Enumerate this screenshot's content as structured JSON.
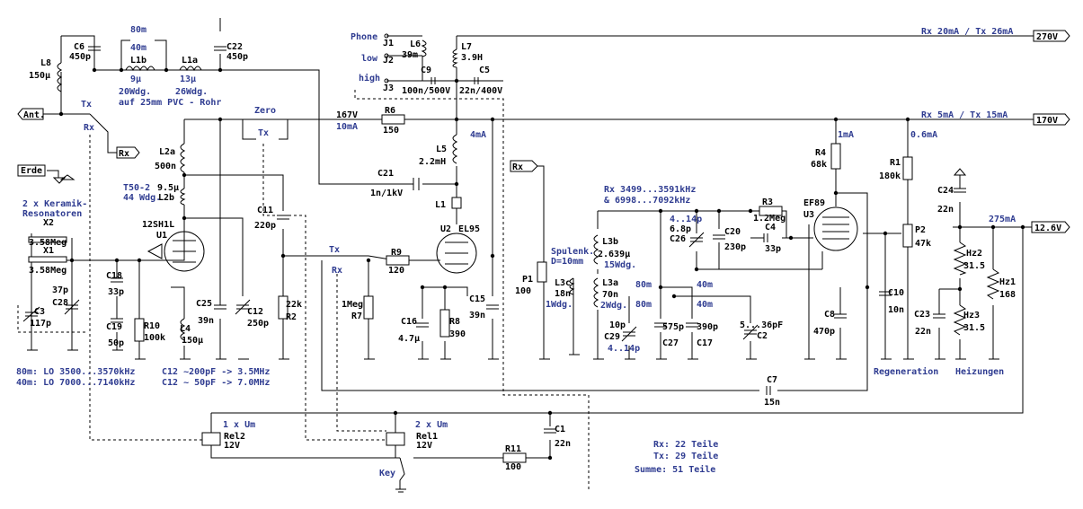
{
  "rails": {
    "r270": {
      "label": "270V",
      "note": "Rx 20mA / Tx 26mA"
    },
    "r170": {
      "label": "170V",
      "note": "Rx 5mA / Tx 15mA"
    },
    "r126": {
      "label": "12.6V",
      "note": "275mA"
    },
    "v167": "167V",
    "i10": "10mA",
    "i4": "4mA",
    "i1": "1mA",
    "i06": "0.6mA"
  },
  "ports": {
    "ant": "Ant.",
    "erde": "Erde",
    "rx_a": "Rx",
    "rx_b": "Rx",
    "phone": "Phone",
    "low": "low",
    "high": "high",
    "j1": "J1",
    "j2": "J2",
    "j3": "J3"
  },
  "switches": {
    "tx1": "Tx",
    "rx1": "Rx",
    "zero": "Zero",
    "tx2": "Tx",
    "tx3": "Tx",
    "rx3": "Rx",
    "b80": "80m",
    "b40": "40m",
    "b80a": "80m",
    "b80b": "80m",
    "b40b": "40m",
    "b40c": "40m"
  },
  "parts": {
    "L8": "L8",
    "L8v": "150µ",
    "C6": "C6",
    "C6v": "450p",
    "L1b": "L1b",
    "L1bv": "9µ",
    "L1a": "L1a",
    "L1av": "13µ",
    "C22": "C22",
    "C22v": "450p",
    "wdg1": "20Wdg.",
    "wdg2": "26Wdg.",
    "pvc": "auf 25mm PVC - Rohr",
    "L2a": "L2a",
    "L2av": "500n",
    "T50": "T50-2",
    "L2bv": "9.5µ",
    "wdg44": "44 Wdg.",
    "L2b": "L2b",
    "keramik1": "2 x Keramik-",
    "keramik2": "Resonatoren",
    "X2": "X2",
    "X2v": "3.58Meg",
    "X1": "X1",
    "X1v": "3.58Meg",
    "C3": "C3",
    "C3v": "117p",
    "C28": "C28",
    "C28v": "37p",
    "U1t": "12SH1L",
    "U1": "U1",
    "C18": "C18",
    "C18v": "33p",
    "C19": "C19",
    "C19v": "50p",
    "R10": "R10",
    "R10v": "100k",
    "L4": "L4",
    "L4v": "150µ",
    "C25": "C25",
    "C25v": "39n",
    "C12": "C12",
    "C12v": "250p",
    "C11": "C11",
    "C11v": "220p",
    "R2": "R2",
    "R2v": "22k",
    "c12a": "C12 ~200pF -> 3.5MHz",
    "c12b": "C12 ~ 50pF -> 7.0MHz",
    "lo80": "80m: LO 3500...3570kHz",
    "lo40": "40m: LO 7000...7140kHz",
    "R6": "R6",
    "R6v": "150",
    "C21": "C21",
    "C21v": "1n/1kV",
    "L6": "L6",
    "L6v": "39m",
    "L7": "L7",
    "L7v": "3.9H",
    "C9": "C9",
    "C9v": "100n/500V",
    "C5": "C5",
    "C5v": "22n/400V",
    "L5": "L5",
    "L5v": "2.2mH",
    "L1": "L1",
    "U2": "U2",
    "U2t": "EL95",
    "R9": "R9",
    "R9v": "120",
    "R7": "R7",
    "R7v": "1Meg",
    "C16": "C16",
    "C16v": "4.7µ",
    "R8": "R8",
    "R8v": "390",
    "C15": "C15",
    "C15v": "39n",
    "rxf1": "Rx 3499...3591kHz",
    "rxf2": "&  6998...7092kHz",
    "spul1": "Spulenk.",
    "spul2": "D=10mm",
    "P1": "P1",
    "P1v": "100",
    "L3b": "L3b",
    "L3bv": "2.639µ",
    "wdg15": "15Wdg.",
    "L3c": "L3c",
    "L3cv": "18n",
    "wdg1b": "1Wdg.",
    "L3a": "L3a",
    "L3av": "70n",
    "wdg2b": "2Wdg.",
    "C26a": "4..14p",
    "C26b": "6.8p",
    "C26": "C26",
    "C20": "C20",
    "C20v": "230p",
    "R3": "R3",
    "R3v": "1.2Meg",
    "C4": "C4",
    "C4v": "33p",
    "C29a": "10p",
    "C29": "C29",
    "C29b": "4..14p",
    "C27": "C27",
    "C27v": "575p",
    "C17": "C17",
    "C17v": "390p",
    "C2v": "5...36pF",
    "C2": "C2",
    "R4": "R4",
    "R4v": "68k",
    "EF89": "EF89",
    "U3": "U3",
    "C8": "C8",
    "C8v": "470p",
    "C10": "C10",
    "C10v": "10n",
    "R1": "R1",
    "R1v": "180k",
    "P2": "P2",
    "P2v": "47k",
    "regen": "Regeneration",
    "C24": "C24",
    "C24v": "22n",
    "Hz2": "Hz2",
    "Hz2v": "31.5",
    "Hz1": "Hz1",
    "Hz1v": "168",
    "Hz3": "Hz3",
    "Hz3v": "31.5",
    "C23": "C23",
    "C23v": "22n",
    "heiz": "Heizungen",
    "C7": "C7",
    "C7v": "15n",
    "um1": "1 x Um",
    "Rel2": "Rel2",
    "Rel2v": "12V",
    "um2": "2 x Um",
    "Rel1": "Rel1",
    "Rel1v": "12V",
    "C1": "C1",
    "C1v": "22n",
    "R11": "R11",
    "R11v": "100",
    "key": "Key"
  },
  "summary": {
    "rx": "Rx: 22 Teile",
    "tx": "Tx: 29 Teile",
    "sum": "Summe: 51 Teile"
  }
}
